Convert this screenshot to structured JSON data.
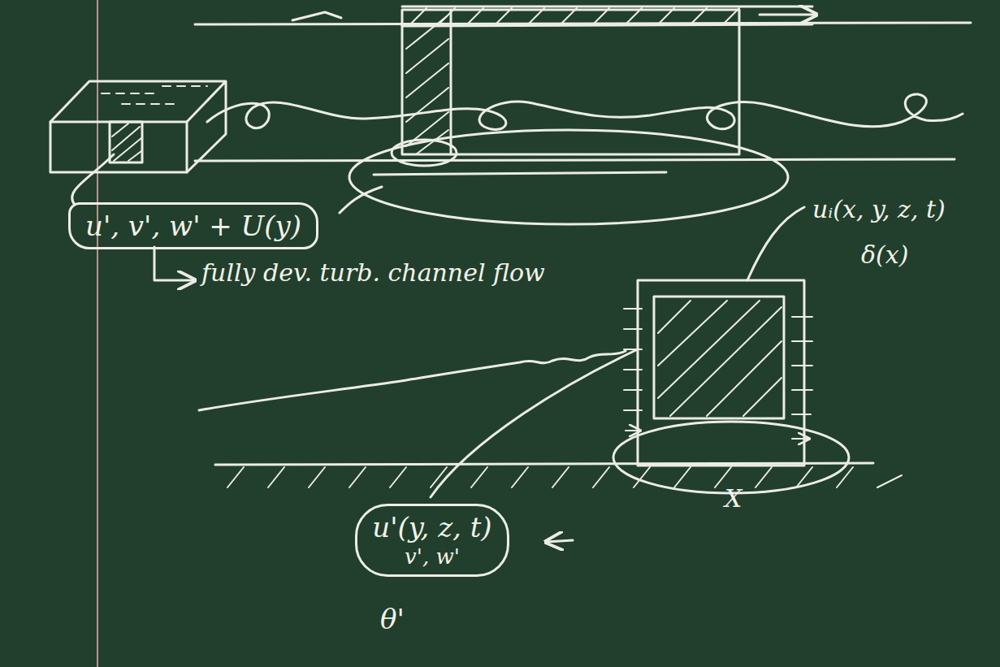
{
  "diagram": {
    "nodes": [
      {
        "text": [
          "u', v', w' + U(y)"
        ]
      },
      {
        "text": [
          "u'(y, z, t)",
          "v', w'"
        ]
      }
    ],
    "labels": [
      "fully dev. turb. channel flow",
      "uᵢ(x, y, z, t)",
      "δ(x)",
      "X",
      "θ'"
    ]
  }
}
